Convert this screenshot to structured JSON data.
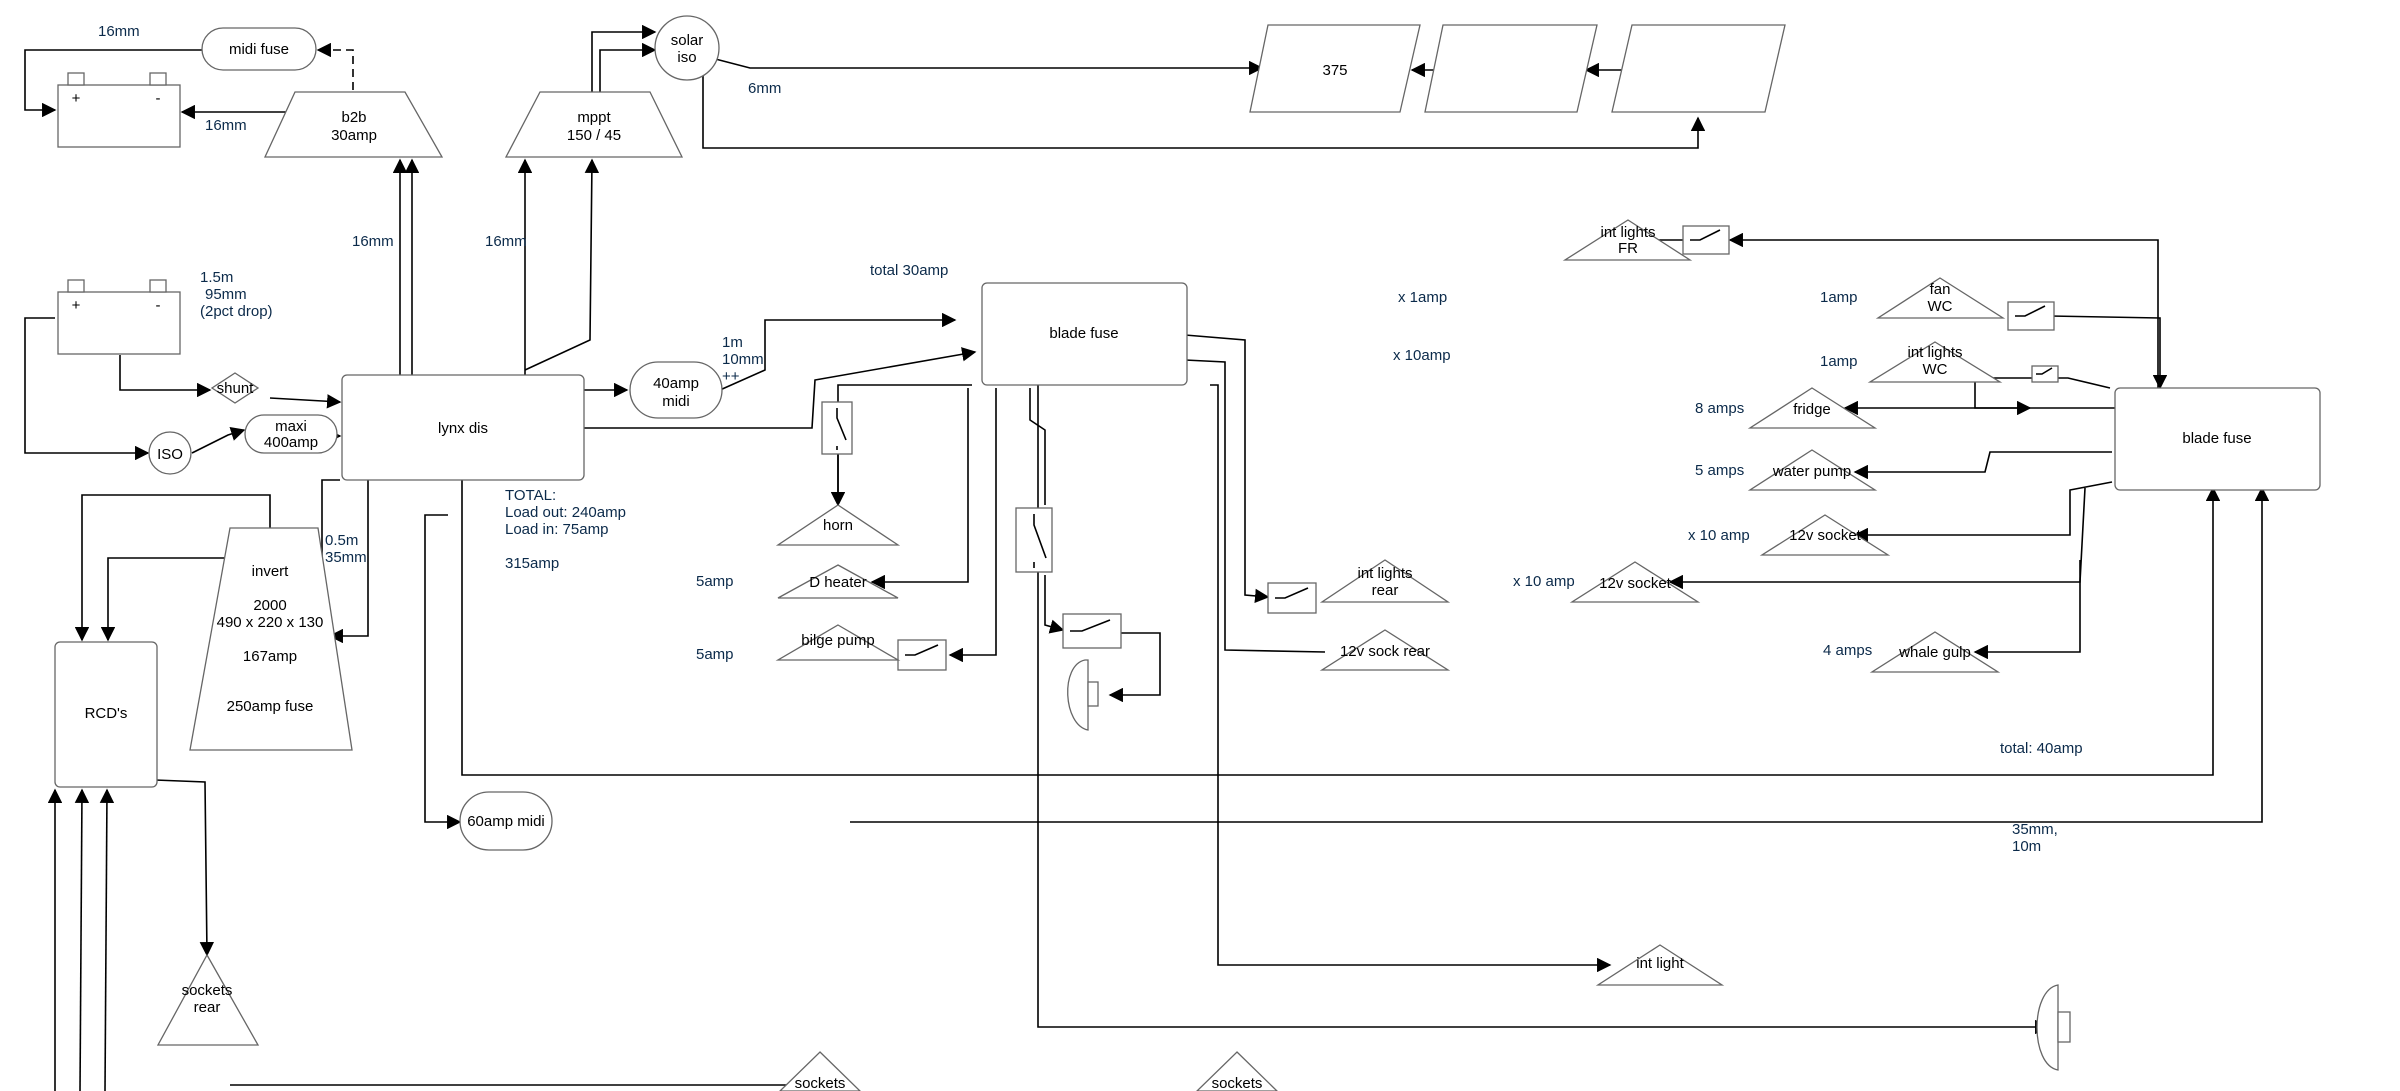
{
  "batteries": [
    {
      "id": "aux",
      "plus": "+",
      "minus": "-"
    },
    {
      "id": "main",
      "plus": "+",
      "minus": "-"
    }
  ],
  "nodes": {
    "midi_fuse_top": "midi fuse",
    "b2b": [
      "b2b",
      "30amp"
    ],
    "mppt": [
      "mppt",
      "150 / 45"
    ],
    "solar_iso": [
      "solar",
      "iso"
    ],
    "panel_1": "375",
    "panel_2": "",
    "panel_3": "",
    "shunt": "shunt",
    "iso": "ISO",
    "maxi": [
      "maxi",
      "400amp"
    ],
    "lynx": "lynx dis",
    "midi_40": [
      "40amp",
      "midi"
    ],
    "blade_fuse_1": "blade fuse",
    "blade_fuse_2": "blade fuse",
    "horn": "horn",
    "d_heater": "D heater",
    "bilge_pump": "bilge pump",
    "int_lights_rear": [
      "int lights",
      "rear"
    ],
    "sock_rear_12v": "12v sock rear",
    "int_lights_fr": [
      "int lights",
      "FR"
    ],
    "fan_wc": [
      "fan",
      "WC"
    ],
    "int_lights_wc": [
      "int lights",
      "WC"
    ],
    "fridge": "fridge",
    "water_pump": "water pump",
    "socket_12v_a": "12v socket",
    "socket_12v_b": "12v socket",
    "whale_gulp": "whale gulp",
    "inverter": [
      "invert",
      "2000",
      "490 x 220 x 130",
      "167amp",
      "250amp fuse"
    ],
    "rcds": "RCD's",
    "sockets_rear": [
      "sockets",
      "rear"
    ],
    "midi_60": "60amp midi",
    "int_light": "int light",
    "sockets_bottom_1": "sockets",
    "sockets_bottom_2": "sockets"
  },
  "notes": {
    "wire_16mm_a": "16mm",
    "wire_16mm_b": "16mm",
    "wire_16mm_c": "16mm",
    "wire_16mm_d": "16mm",
    "wire_6mm": "6mm",
    "battery_cable": [
      "1.5m",
      "95mm",
      "(2pct drop)"
    ],
    "midi_cable": [
      "1m",
      "10mm",
      "++"
    ],
    "total_30": "total 30amp",
    "totals": [
      "TOTAL:",
      "Load out: 240amp",
      "Load in: 75amp"
    ],
    "amp_315": "315amp",
    "inv_cable": [
      "0.5m",
      "35mm"
    ],
    "amp_5_heater": "5amp",
    "amp_5_bilge": "5amp",
    "x_1amp": "x 1amp",
    "x_10amp": "x 10amp",
    "amp_1_fan": "1amp",
    "amp_1_lights": "1amp",
    "amps_8": "8 amps",
    "amps_5": "5 amps",
    "x10_amp_a": "x 10 amp",
    "x10_amp_b": "x 10 amp",
    "amps_4": "4 amps",
    "total_40": "total: 40amp",
    "cable_35mm": [
      "35mm,",
      "10m"
    ]
  },
  "colors": {
    "note_text": "#0b2a4a",
    "shape_stroke": "#666666",
    "wire": "#000000"
  }
}
